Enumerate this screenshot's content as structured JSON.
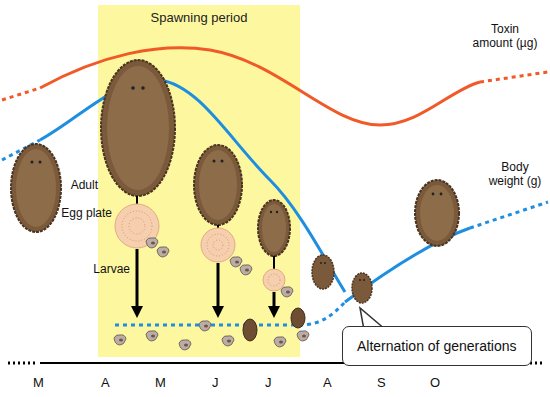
{
  "diagram": {
    "nodes": [
      {
        "text": [
          "Spawning period"
        ]
      },
      {
        "text": [
          "Alternation of generations"
        ]
      }
    ],
    "labels": [
      "Toxin amount (µg)",
      "Body weight (g)",
      "Adult",
      "Egg plate",
      "Larvae",
      "M",
      "A",
      "M",
      "J",
      "J",
      "A",
      "S",
      "O"
    ]
  }
}
